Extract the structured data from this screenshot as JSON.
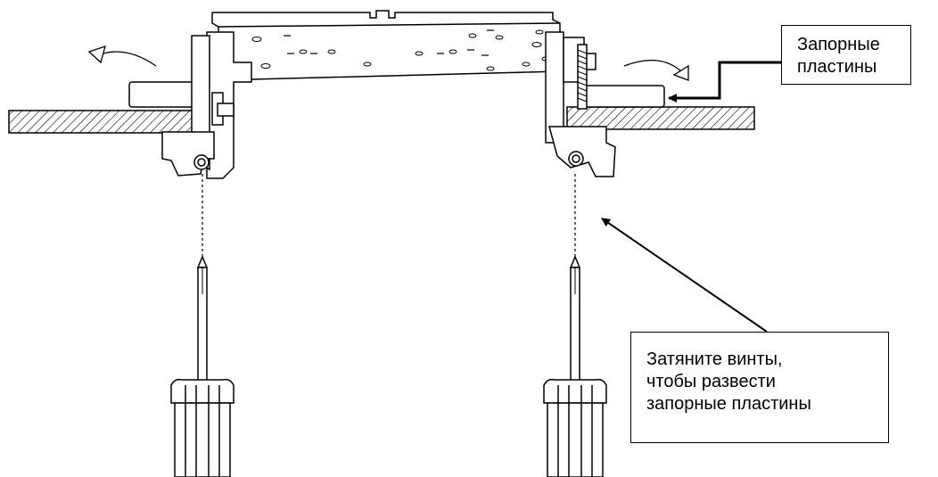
{
  "callouts": {
    "locking_plates": {
      "lines": [
        "Запорные",
        "пластины"
      ]
    },
    "tighten_screws": {
      "lines": [
        "Затяните винты,",
        "чтобы развести",
        "запорные пластины"
      ]
    }
  },
  "colors": {
    "line": "#000000",
    "background": "#ffffff"
  },
  "icons": {
    "rotate_left": "curved-arrow-left-icon",
    "rotate_right": "curved-arrow-right-icon",
    "screwdriver": "screwdriver-icon"
  }
}
